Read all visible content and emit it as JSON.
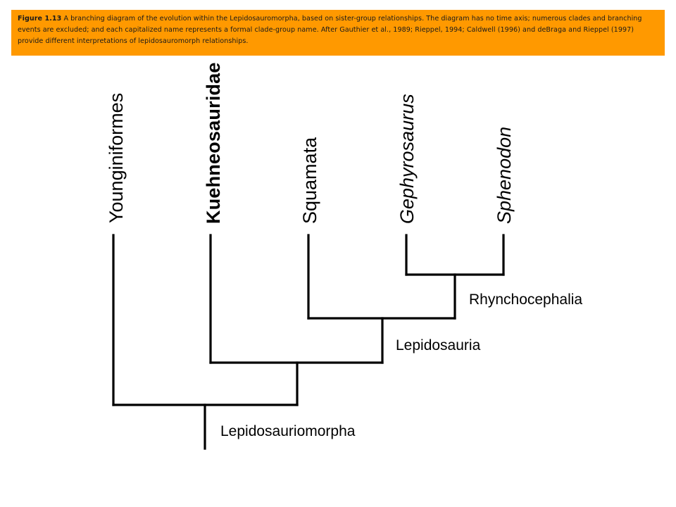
{
  "caption": {
    "label": "Figure 1.13",
    "text": " A branching diagram of the evolution within the Lepidosauromorpha, based on sister-group relationships. The diagram has no time axis; numerous clades and branching events are excluded; and each capitalized name represents a formal clade-group name.  After Gauthier et al., 1989; Rieppel, 1994; Caldwell (1996) and deBraga and Rieppel (1997) provide different interpretations of lepidosauromorph relationships."
  },
  "colors": {
    "caption_background": "#ff9900",
    "lines": "#000000"
  },
  "diagram": {
    "taxa": [
      "Younginiformes",
      "Kuehneosauridae",
      "Squamata",
      "Gephyrosaurus",
      "Sphenodon"
    ],
    "italic_taxa": [
      "Gephyrosaurus",
      "Sphenodon"
    ],
    "clades": [
      {
        "name": "Rhynchocephalia",
        "members": [
          "Gephyrosaurus",
          "Sphenodon"
        ]
      },
      {
        "name": "Lepidosauria",
        "members": [
          "Squamata",
          "Rhynchocephalia"
        ]
      },
      {
        "name": "Lepidosauriomorpha",
        "members": [
          "Younginiformes",
          "Kuehneosauridae",
          "Lepidosauria"
        ]
      }
    ]
  }
}
